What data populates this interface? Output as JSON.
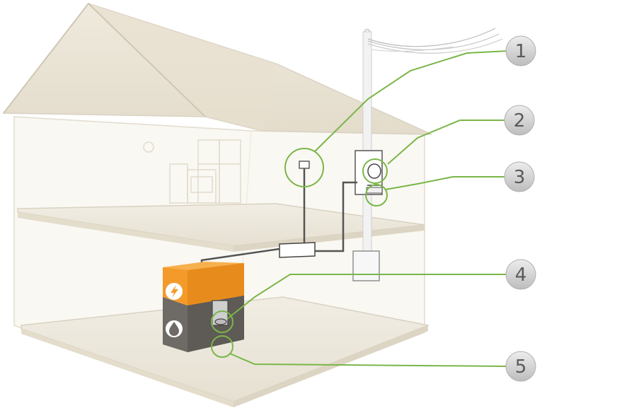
{
  "colors": {
    "wall": "#f4f0e8",
    "roof": "#ebe5d6",
    "outline": "#d9d2c2",
    "accent_green": "#7ab648",
    "orange_box": "#f39a2a",
    "dark_box": "#6e6a66",
    "cable": "#555555"
  },
  "icons": {
    "bolt": "lightning-bolt-icon",
    "drop": "water-drop-icon"
  },
  "callouts": [
    {
      "number": "1"
    },
    {
      "number": "2"
    },
    {
      "number": "3"
    },
    {
      "number": "4"
    },
    {
      "number": "5"
    }
  ]
}
